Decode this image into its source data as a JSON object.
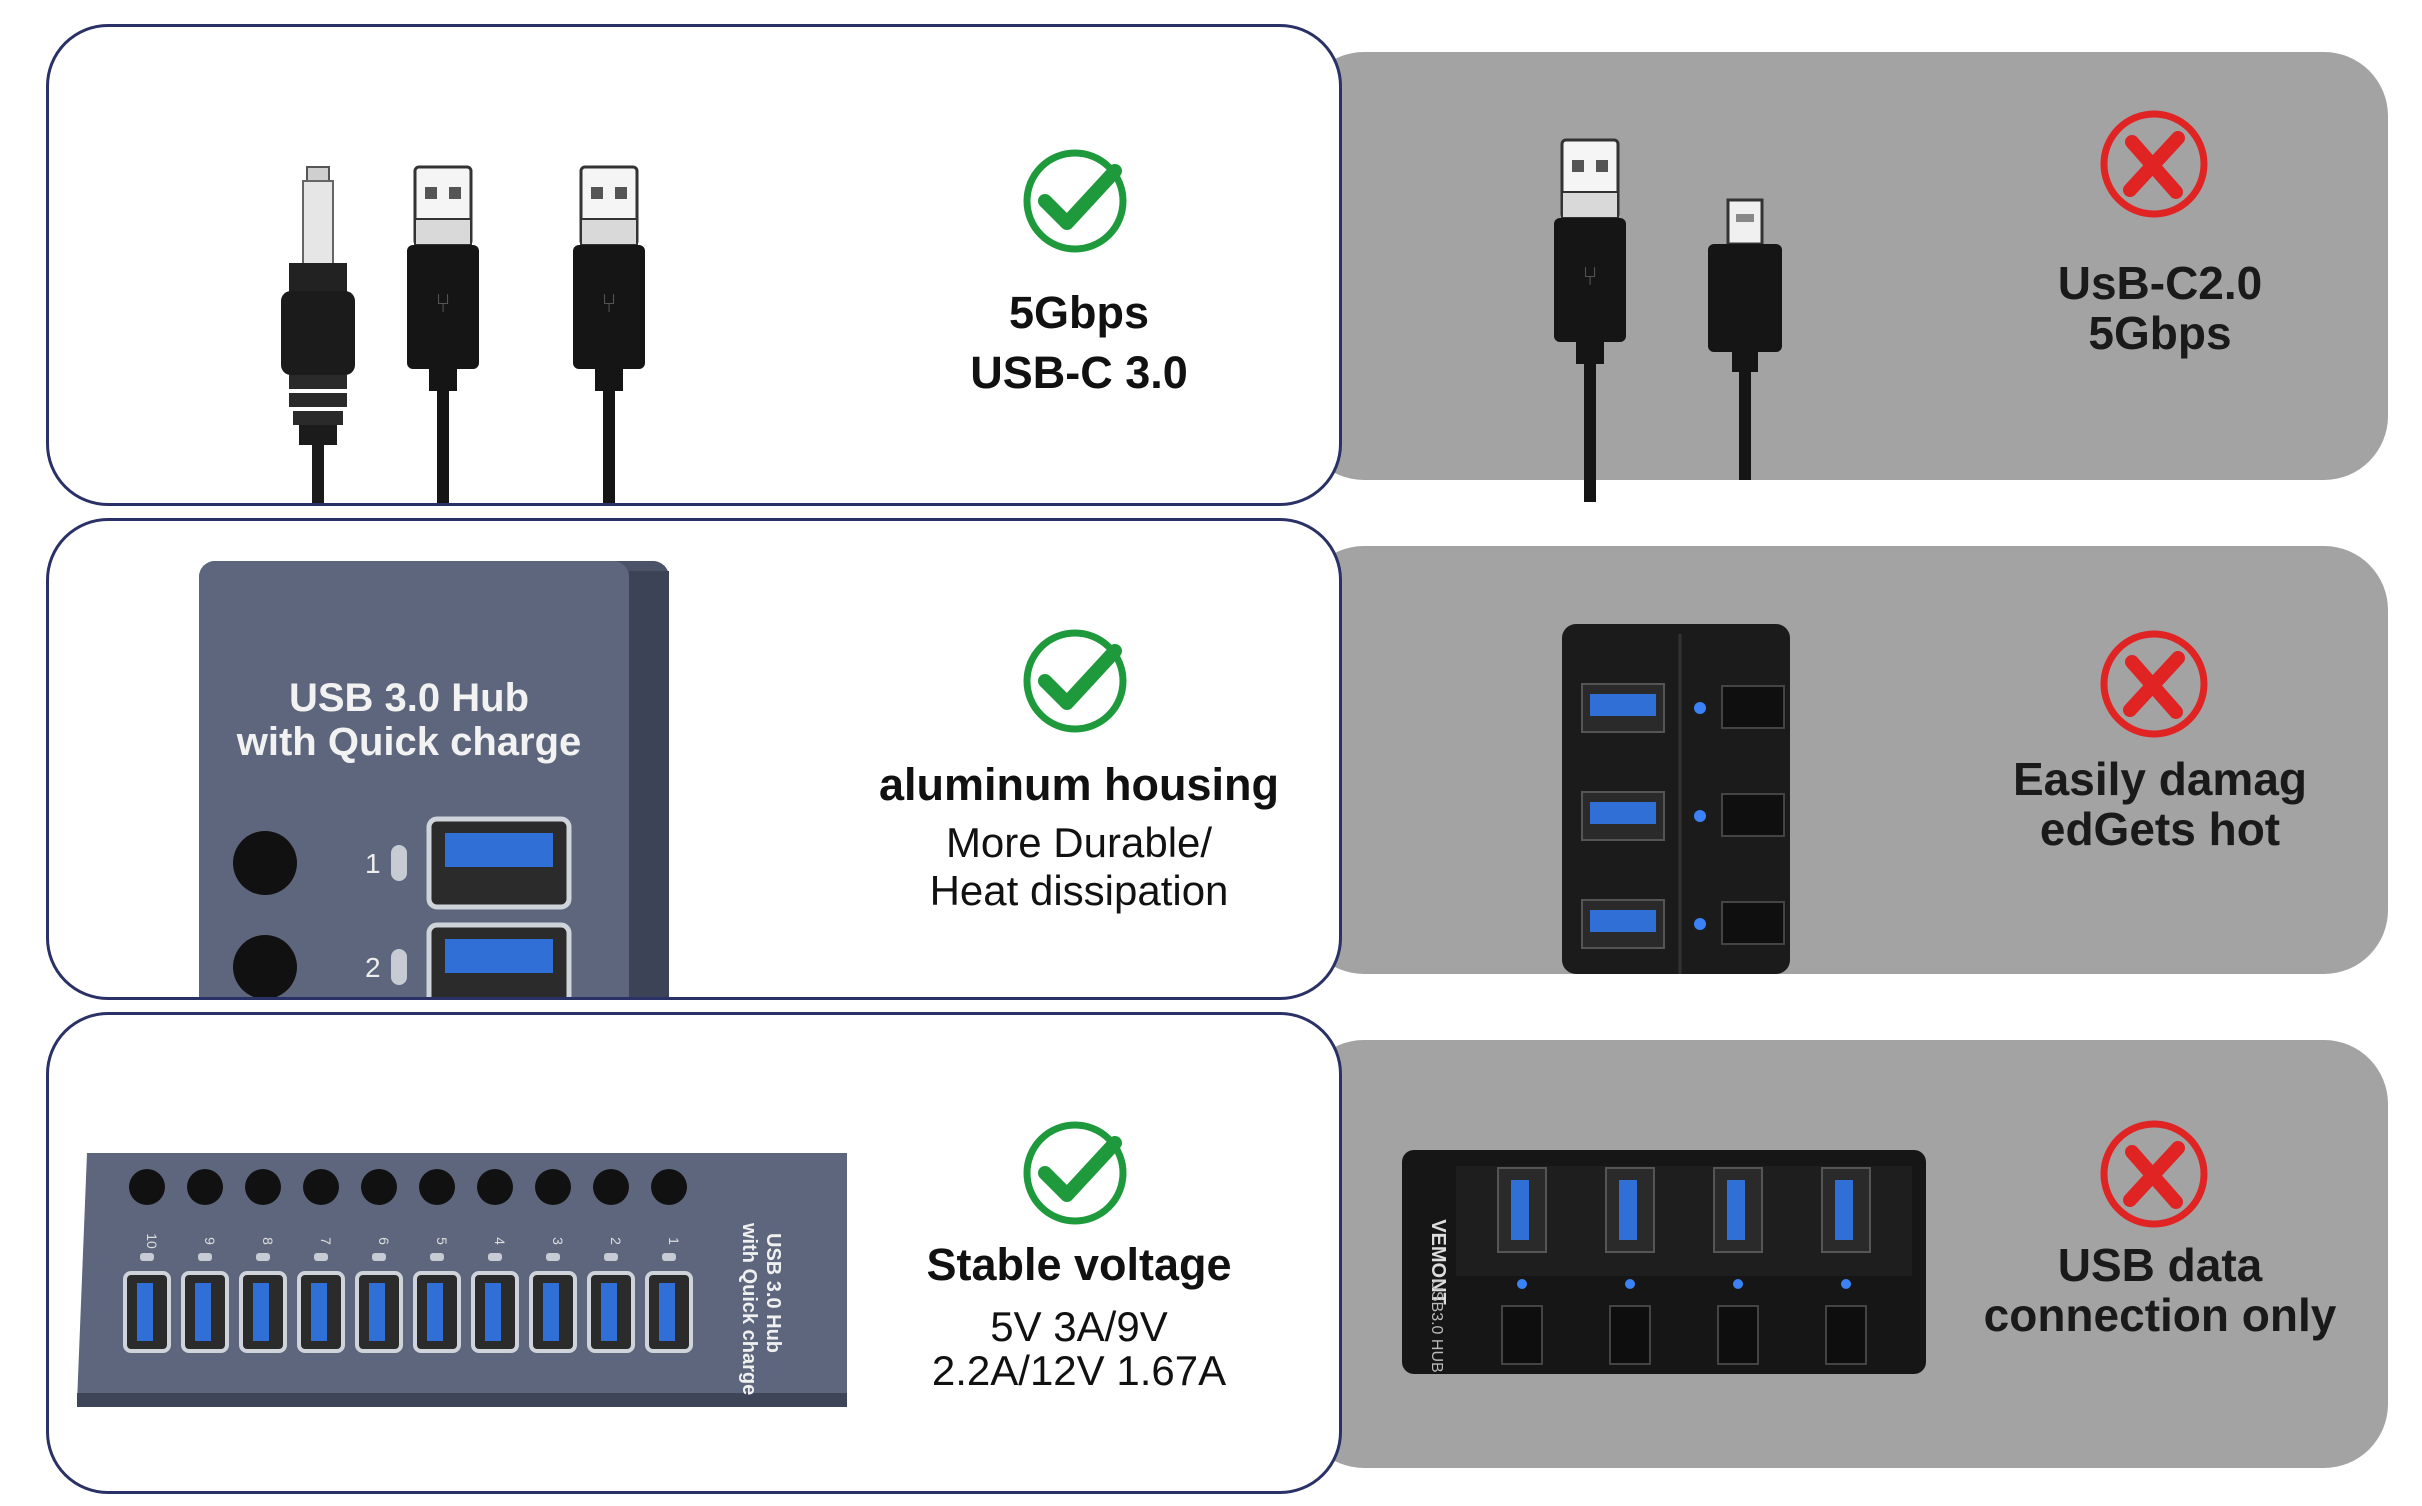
{
  "rows": [
    {
      "good": {
        "title": "5Gbps",
        "subtitle": "USB-C 3.0",
        "detail": "",
        "icon": "check-icon"
      },
      "bad": {
        "text_line1": "UsB-C2.0",
        "text_line2": "5Gbps",
        "icon": "x-icon"
      }
    },
    {
      "good": {
        "title": "aluminum housing",
        "detail_line1": "More Durable/",
        "detail_line2": "Heat dissipation",
        "icon": "check-icon",
        "product_label_line1": "USB 3.0 Hub",
        "product_label_line2": "with Quick charge",
        "port_numbers": [
          "1",
          "2"
        ]
      },
      "bad": {
        "text_line1": "Easily damag",
        "text_line2": "edGets hot",
        "icon": "x-icon"
      }
    },
    {
      "good": {
        "title": "Stable voltage",
        "detail_line1": "5V 3A/9V",
        "detail_line2": "2.2A/12V 1.67A",
        "icon": "check-icon",
        "product_label_line1": "USB 3.0 Hub",
        "product_label_line2": "with Quick charge",
        "port_numbers": [
          "10",
          "9",
          "8",
          "7",
          "6",
          "5",
          "4",
          "3",
          "2",
          "1"
        ]
      },
      "bad": {
        "text_line1": "USB data",
        "text_line2": "connection only",
        "icon": "x-icon",
        "product_brand": "VEMONT",
        "product_label": "USB3.0 HUB"
      }
    }
  ],
  "colors": {
    "check": "#1e9a3c",
    "cross": "#e02424",
    "border": "#2a3166",
    "gray_panel": "#a3a3a3"
  }
}
